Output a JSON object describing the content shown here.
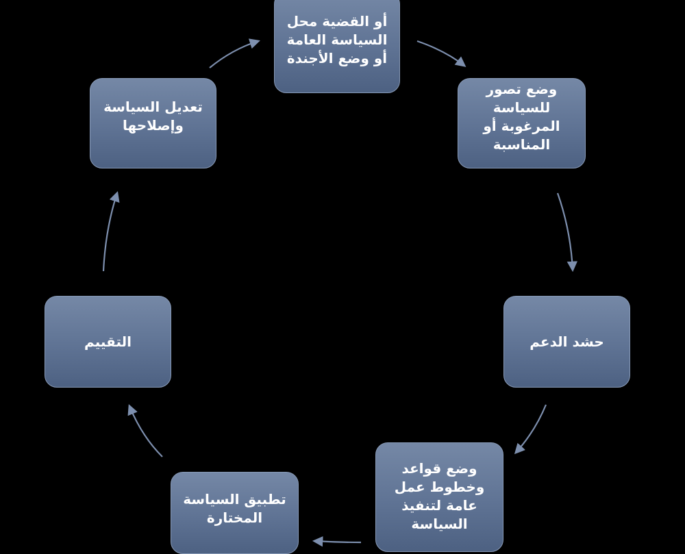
{
  "diagram": {
    "type": "policy-cycle",
    "colors": {
      "background": "#000000",
      "node_fill": "#6479a0",
      "node_text": "#ffffff",
      "arrow": "#7d8fae"
    },
    "nodes": [
      {
        "id": "n1",
        "label": "أو القضية محل\nالسياسة العامة\nأو وضع الأجندة"
      },
      {
        "id": "n2",
        "label": "وضع تصور\nللسياسة\nالمرغوبة أو\nالمناسبة"
      },
      {
        "id": "n3",
        "label": "حشد الدعم"
      },
      {
        "id": "n4",
        "label": "وضع قواعد\nوخطوط عمل\nعامة لتنفيذ\nالسياسة"
      },
      {
        "id": "n5",
        "label": "تطبيق السياسة\nالمختارة"
      },
      {
        "id": "n6",
        "label": "التقييم"
      },
      {
        "id": "n7",
        "label": "تعديل السياسة\nوإصلاحها"
      }
    ],
    "edges": [
      {
        "from": "n1",
        "to": "n2"
      },
      {
        "from": "n2",
        "to": "n3"
      },
      {
        "from": "n3",
        "to": "n4"
      },
      {
        "from": "n4",
        "to": "n5"
      },
      {
        "from": "n5",
        "to": "n6"
      },
      {
        "from": "n6",
        "to": "n7"
      },
      {
        "from": "n7",
        "to": "n1"
      }
    ]
  }
}
